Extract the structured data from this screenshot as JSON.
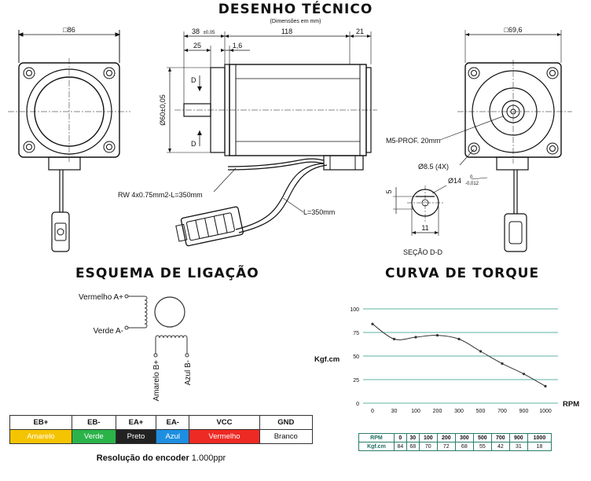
{
  "drawing": {
    "title": "DESENHO TÉCNICO",
    "subtitle": "(Dimensões em mm)",
    "front_left_width": "□86",
    "side_dims": {
      "shaft_len": "38",
      "shaft_tol": "±0,05",
      "body_len": "118",
      "rear_len": "21",
      "flange_len": "25",
      "step": "1,6",
      "pilot_dia": "Ø60±0,05",
      "section_mark": "D"
    },
    "front_right_width": "□69,6",
    "thread_note": "M5-PROF. 20mm",
    "holes_note": "Ø8.5 (4X)",
    "shaft_dia": "Ø14",
    "shaft_tol_upper": "0",
    "shaft_tol_lower": "-0,012",
    "flat_depth": "5",
    "flat_width": "11",
    "section_label": "SEÇÃO D-D",
    "cable_note": "RW 4x0.75mm2-L=350mm",
    "cable_length": "L=350mm"
  },
  "wiring": {
    "title": "ESQUEMA DE LIGAÇÃO",
    "labels": {
      "a_plus": "Vermelho A+",
      "a_minus": "Verde A-",
      "b_plus": "Amarelo B+",
      "b_minus": "Azul B-"
    },
    "table_headers": [
      "EB+",
      "EB-",
      "EA+",
      "EA-",
      "VCC",
      "GND"
    ],
    "table_colors": [
      "Amarelo",
      "Verde",
      "Preto",
      "Azul",
      "Vermelho",
      "Branco"
    ],
    "cell_colors": [
      "#f5c400",
      "#2bb34a",
      "#222222",
      "#1e8fe0",
      "#ee2a24",
      "#ffffff"
    ],
    "resolution_label": "Resolução do encoder",
    "resolution_value": "1.000ppr"
  },
  "torque": {
    "title": "CURVA DE TORQUE",
    "table_rpm_label": "RPM",
    "table_kgf_label": "Kgf.cm"
  },
  "chart_data": {
    "type": "line",
    "title": "CURVA DE TORQUE",
    "xlabel": "RPM",
    "ylabel": "Kgf.cm",
    "x": [
      0,
      30,
      100,
      200,
      300,
      500,
      700,
      900,
      1000
    ],
    "x_ticks": [
      "0",
      "30",
      "100",
      "200",
      "300",
      "500",
      "700",
      "900",
      "1000"
    ],
    "y_ticks": [
      "0",
      "25",
      "50",
      "75",
      "100"
    ],
    "ylim": [
      0,
      100
    ],
    "series": [
      {
        "values": [
          84,
          68,
          70,
          72,
          68,
          55,
          42,
          31,
          18
        ]
      }
    ],
    "colors": {
      "grid": "#2a9a80",
      "line": "#333333"
    },
    "grid": true
  }
}
